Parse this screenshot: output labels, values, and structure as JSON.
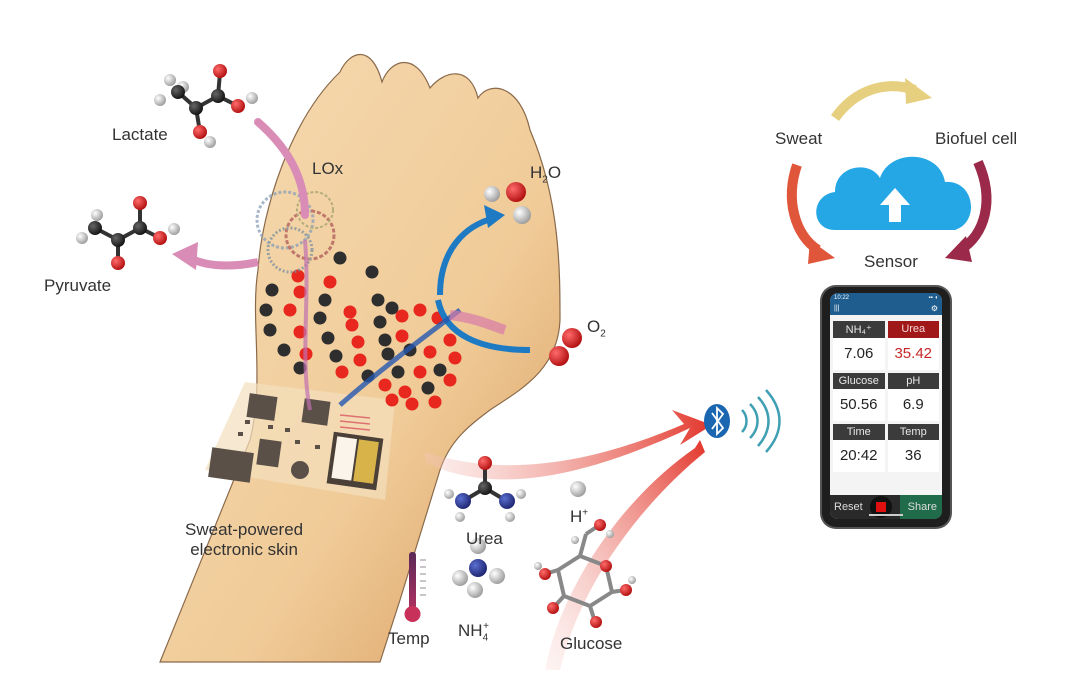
{
  "molecules": {
    "lactate": "Lactate",
    "pyruvate": "Pyruvate",
    "enzyme": "LOx",
    "water_main": "H",
    "water_sub": "2",
    "water_tail": "O",
    "oxygen_main": "O",
    "oxygen_sub": "2",
    "urea": "Urea",
    "proton_main": "H",
    "proton_sup": "+",
    "ammonium_main": "NH",
    "ammonium_sub": "4",
    "ammonium_sup": "+",
    "glucose": "Glucose",
    "temp": "Temp"
  },
  "device_label": [
    "Sweat-powered",
    "electronic skin"
  ],
  "cycle": {
    "sweat": "Sweat",
    "biofuel_cell": "Biofuel cell",
    "sensor": "Sensor",
    "center_icon": "cloud-upload-icon"
  },
  "wireless_icon": "bluetooth-icon",
  "colors": {
    "skin": "#f3d3a6",
    "skin_shadow": "#d9a36a",
    "cloud": "#25a7e6",
    "bluetooth": "#1b66b0",
    "signal_waves": "#3f9fb3",
    "arrow_red": "#e23a2a",
    "arrow_pink": "#d98cb6",
    "arrow_blue": "#1f7ac4",
    "atom_red": "#d71d1d",
    "atom_dark": "#2e2e2e"
  },
  "phone": {
    "status_time": "10:22",
    "status_signal": "▪▪ ◖",
    "menu_glyph": "|||",
    "settings_icon": "⚙",
    "cells": [
      {
        "label": "NH₄⁺",
        "value": "7.06",
        "highlight": false
      },
      {
        "label": "Urea",
        "value": "35.42",
        "highlight": true
      },
      {
        "label": "Glucose",
        "value": "50.56",
        "highlight": false
      },
      {
        "label": "pH",
        "value": "6.9",
        "highlight": false
      },
      {
        "label": "Time",
        "value": "20:42",
        "highlight": false
      },
      {
        "label": "Temp",
        "value": "36",
        "highlight": false
      }
    ],
    "reset_label": "Reset",
    "share_label": "Share"
  }
}
